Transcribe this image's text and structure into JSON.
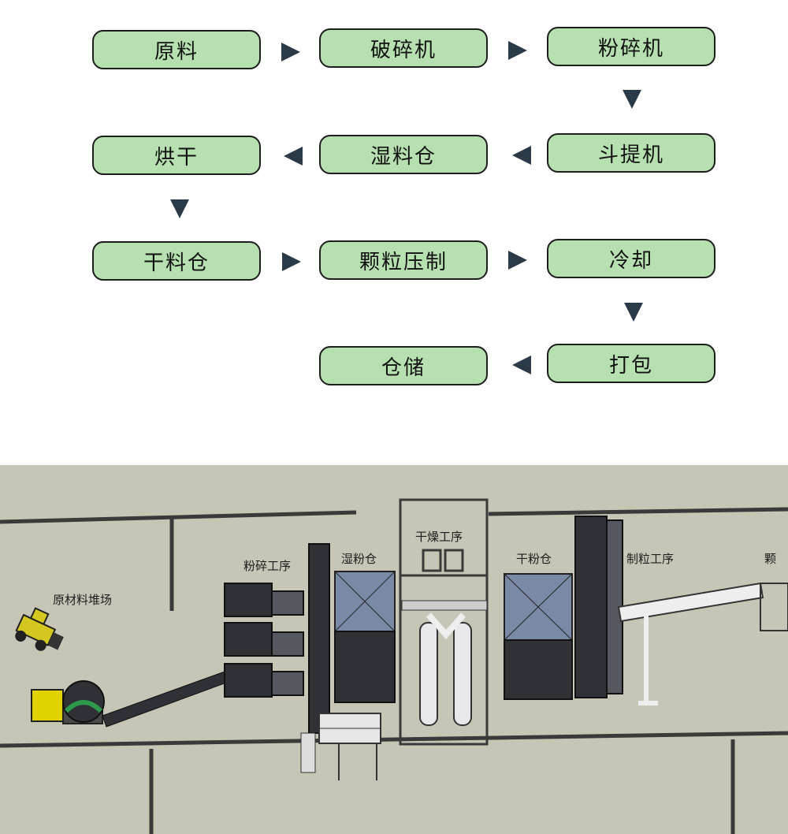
{
  "flow": {
    "boxes": {
      "raw_material": "原料",
      "crusher": "破碎机",
      "pulverizer": "粉碎机",
      "bucket_elevator": "斗提机",
      "wet_silo": "湿料仓",
      "drying": "烘干",
      "dry_silo": "干料仓",
      "pellet_press": "颗粒压制",
      "cooling": "冷却",
      "packing": "打包",
      "storage": "仓储"
    }
  },
  "plant": {
    "labels": {
      "raw_yard": "原材料堆场",
      "crushing": "粉碎工序",
      "wet_powder_silo": "湿粉仓",
      "drying_process": "干燥工序",
      "dry_powder_silo": "干粉仓",
      "pelletizing": "制粒工序",
      "cut_off": "颗"
    },
    "colors": {
      "ground": "#c7c6b6",
      "equipment_dark": "#2f3137",
      "silo_blue": "#7a8aa6",
      "loader_yellow": "#d4c820"
    }
  }
}
